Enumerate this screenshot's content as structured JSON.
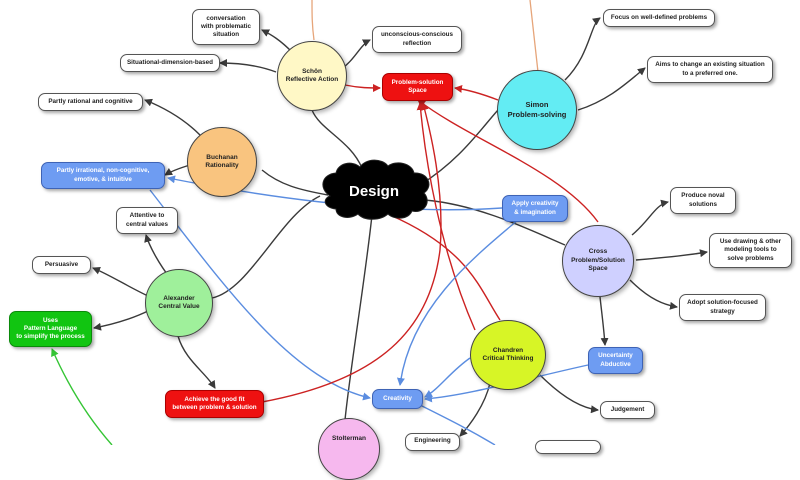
{
  "central": {
    "label": "Design"
  },
  "circles": {
    "schon": "Schön\nReflective Action",
    "simon": "Simon\nProblem-solving",
    "buchanan": "Buchanan\nRationality",
    "cross": "Cross\nProblem/Solution\nSpace",
    "alexander": "Alexander\nCentral Value",
    "chandren": "Chandren\nCritical Thinking",
    "stolterman": "Stolterman"
  },
  "boxes": {
    "conversation": "conversation\nwith problematic\nsituation",
    "unconscious": "unconscious-conscious\nreflection",
    "situational": "Situational-dimension-based",
    "problem_solution_space": "Problem-solution\nSpace",
    "well_defined": "Focus on well-defined problems",
    "aims_change": "Aims to change an existing situation\nto a preferred one.",
    "partly_rational": "Partly rational and cognitive",
    "partly_irrational": "Partly irrational, non-cognitive,\nemotive, & intuitive",
    "apply_creativity": "Apply creativity\n& imagination",
    "produce_novel": "Produce noval\nsolutions",
    "use_drawing": "Use drawing & other\nmodeling tools to\nsolve problems",
    "adopt_solution": "Adopt solution-focused\nstrategy",
    "attentive": "Attentive to\ncentral values",
    "persuasive": "Persuasive",
    "pattern_language": "Uses\nPattern Language\nto simplify the process",
    "uncertainty": "Uncertainty\nAbductive",
    "achieve_fit": "Achieve the good fit\nbetween problem & solution",
    "creativity": "Creativity",
    "judgement": "Judgement",
    "engineering": "Engineering"
  },
  "colors": {
    "schon": "#fff8c6",
    "simon": "#63ecf3",
    "buchanan": "#f9c47f",
    "cross": "#cfd0ff",
    "alexander": "#9ff09b",
    "chandren": "#d7f526",
    "stolterman": "#f6b8ee",
    "red_box": "#ee1111",
    "blue_box": "#6e9cf2",
    "green_box": "#11c511",
    "edge_dark": "#3a3a3a",
    "edge_red": "#cc2222",
    "edge_blue": "#5b8de0",
    "edge_green": "#35c535",
    "edge_orange": "#e6a57a"
  }
}
